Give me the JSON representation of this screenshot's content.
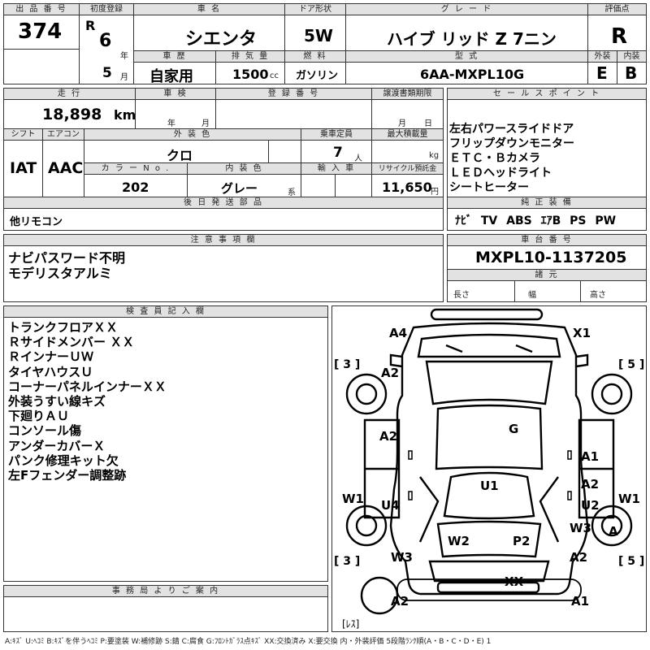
{
  "header": {
    "lot_label": "出 品 番 号",
    "lot": "374",
    "first_reg_label": "初度登録",
    "era": "R",
    "year": "6",
    "year_unit": "年",
    "month": "5",
    "month_unit": "月",
    "car_name_label": "車 名",
    "car_name": "シエンタ",
    "door_label": "ドア形状",
    "door": "5W",
    "grade_label": "グ レ ー ド",
    "grade": "ハイブ リッド Z 7ニン",
    "score_label": "評価点",
    "score": "R",
    "history_label": "車 歴",
    "history": "自家用",
    "displacement_label": "排 気 量",
    "displacement": "1500",
    "displacement_unit": "cc",
    "fuel_label": "燃 料",
    "fuel": "ガソリン",
    "model_label": "型 式",
    "model": "6AA-MXPL10G",
    "ext_score_label": "外装",
    "ext_score": "E",
    "int_score_label": "内装",
    "int_score": "B"
  },
  "row2": {
    "mileage_label": "走 行",
    "mileage": "18,898",
    "mileage_unit": "km",
    "inspection_label": "車 検",
    "insp_year_unit": "年",
    "insp_month_unit": "月",
    "reg_no_label": "登 録 番 号",
    "transfer_label": "譲渡書類期限",
    "transfer_month_unit": "月",
    "transfer_day_unit": "日",
    "shift_label": "シフト",
    "shift": "IAT",
    "ac_label": "エアコン",
    "ac": "AAC",
    "ext_color_label": "外 装 色",
    "ext_color": "クロ",
    "capacity_label": "乗車定員",
    "capacity": "7",
    "capacity_unit": "人",
    "load_label": "最大積載量",
    "load_unit": "kg",
    "color_no_label": "カ ラ ー N o .",
    "color_no": "202",
    "int_color_label": "内 装 色",
    "int_color": "グレー",
    "int_color_unit": "系",
    "import_label": "輸 入 車",
    "recycle_label": "リサイクル預託金",
    "recycle": "11,650",
    "recycle_unit": "円",
    "later_label": "後 日 発 送 部 品",
    "later": "他リモコン"
  },
  "sales": {
    "label": "セ ー ル ス ポ イ ン ト",
    "items": [
      "左右パワースライドドア",
      "フリップダウンモニター",
      "ＥＴＣ・Ｂカメラ",
      "ＬＥＤヘッドライト",
      "シートヒーター"
    ]
  },
  "equipment": {
    "label": "純 正 装 備",
    "items": [
      "ﾅﾋﾞ",
      "TV",
      "ABS",
      "ｴｱB",
      "PS",
      "PW"
    ]
  },
  "notes": {
    "label": "注 意 事 項 欄",
    "items": [
      "ナビパスワード不明",
      "モデリスタアルミ"
    ]
  },
  "chassis": {
    "label": "車 台 番 号",
    "value": "MXPL10-1137205",
    "spec_label": "諸 元",
    "length_label": "長さ",
    "width_label": "幅",
    "height_label": "高さ"
  },
  "inspector": {
    "label": "検 査 員 記 入 欄",
    "items": [
      "トランクフロアＸＸ",
      "Ｒサイドメンバー ＸＸ",
      "ＲインナーＵＷ",
      "タイヤハウスＵ",
      "コーナーパネルインナーＸＸ",
      "外装うすい線キズ",
      "下廻りＡＵ",
      "コンソール傷",
      "アンダーカバーＸ",
      "パンク修理キット欠",
      "左Fフェンダー調整跡"
    ]
  },
  "office": {
    "label": "事 務 局 よ り ご 案 内"
  },
  "diagram": {
    "codes": {
      "a4": "A4",
      "x1": "X1",
      "t3_top": "[ 3 ]",
      "t5_top": "[ 5 ]",
      "a2_lf": "A2",
      "g": "G",
      "a2_ld": "A2",
      "a1_rd": "A1",
      "w1_l": "W1",
      "w1_r": "W1",
      "u1": "U1",
      "a2_r": "A2",
      "u4": "U4",
      "u2": "U2",
      "w3_r": "W3",
      "a_spare": "A",
      "w2": "W2",
      "p2": "P2",
      "w3_l": "W3",
      "a2_rr": "A2",
      "t3_bot": "[ 3 ]",
      "t5_bot": "[ 5 ]",
      "xx": "XX",
      "a2_bl": "A2",
      "a1_br": "A1",
      "ress": "[ﾚｽ]"
    }
  },
  "legend": "A:ｷｽﾞ U:ﾍｺﾐ B:ｷｽﾞを伴うﾍｺﾐ P:要塗装 W:補修跡 S:錆 C:腐食 G:ﾌﾛﾝﾄｶﾞﾗｽ点ｷｽﾞ XX:交換済み X:要交換 内・外装評価 5段階ﾗﾝｸ順(A・B・C・D・E) 1"
}
